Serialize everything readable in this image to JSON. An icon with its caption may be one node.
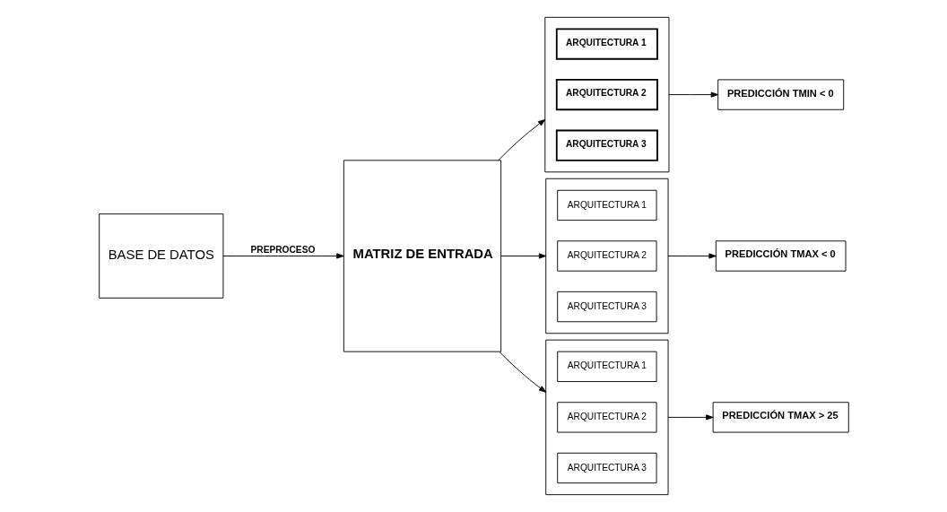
{
  "diagram": {
    "nodes": [
      {
        "text": [
          "BASE DE DATOS"
        ]
      },
      {
        "text": [
          "MATRIZ DE ENTRADA"
        ]
      },
      {
        "text": [],
        "shape": "box"
      },
      {
        "text": [
          "ARQUITECTURA 1"
        ],
        "in": 2
      },
      {
        "text": [
          "ARQUITECTURA 2"
        ],
        "in": 2
      },
      {
        "text": [
          "ARQUITECTURA 3"
        ],
        "in": 2
      },
      {
        "text": [],
        "shape": "box"
      },
      {
        "text": [
          "ARQUITECTURA 1"
        ],
        "in": 6
      },
      {
        "text": [
          "ARQUITECTURA 2"
        ],
        "in": 6
      },
      {
        "text": [
          "ARQUITECTURA 3"
        ],
        "in": 6
      },
      {
        "text": [],
        "shape": "box"
      },
      {
        "text": [
          "ARQUITECTURA 1"
        ],
        "in": 10
      },
      {
        "text": [
          "ARQUITECTURA 2"
        ],
        "in": 10
      },
      {
        "text": [
          "ARQUITECTURA 3"
        ],
        "in": 10
      },
      {
        "text": [
          "PREDICCIÓN TMIN < 0"
        ]
      },
      {
        "text": [
          "PREDICCIÓN TMAX < 0"
        ]
      },
      {
        "text": [
          "PREDICCIÓN TMAX > 25"
        ]
      }
    ],
    "edges": [
      {
        "from": 0,
        "to": 1,
        "arrow": "to",
        "label": "PREPROCESO"
      },
      {
        "from": 1,
        "to": 2,
        "arrow": "to"
      },
      {
        "from": 1,
        "to": 6,
        "arrow": "to"
      },
      {
        "from": 1,
        "to": 10,
        "arrow": "to"
      },
      {
        "from": 2,
        "to": 14,
        "arrow": "to"
      },
      {
        "from": 6,
        "to": 15,
        "arrow": "to"
      },
      {
        "from": 10,
        "to": 16,
        "arrow": "to"
      }
    ]
  }
}
